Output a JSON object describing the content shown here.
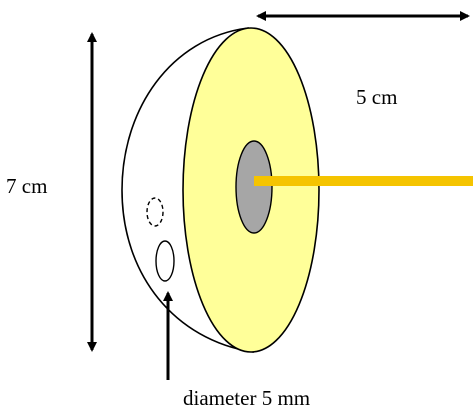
{
  "labels": {
    "height": "7 cm",
    "depth": "5 cm",
    "hole": "diameter 5 mm"
  },
  "colors": {
    "face_fill": "#ffff99",
    "core_fill": "#a6a6a6",
    "rod": "#f5c400",
    "stroke": "#000000",
    "background": "#ffffff"
  }
}
